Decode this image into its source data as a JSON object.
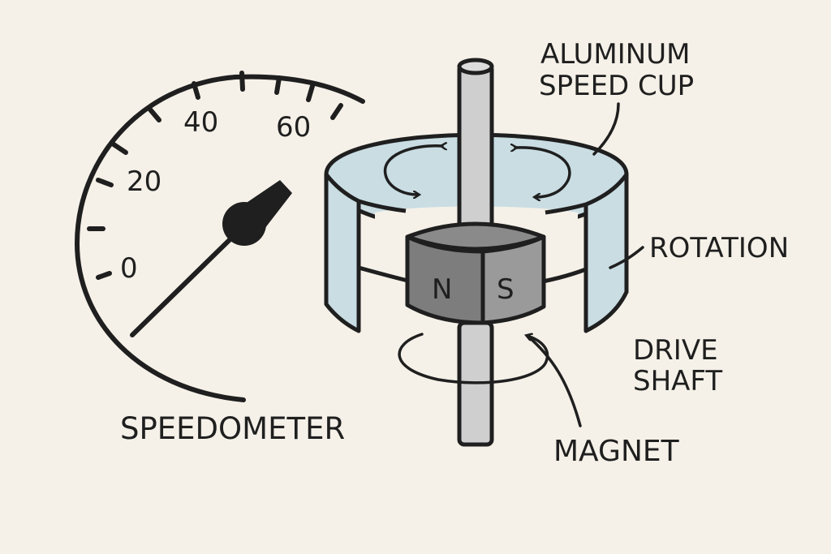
{
  "labels": {
    "speedometer": "SPEEDOMETER",
    "cup_line1": "ALUMINUM",
    "cup_line2": "SPEED CUP",
    "rotation": "ROTATION",
    "drive_line1": "DRIVE",
    "drive_line2": "SHAFT",
    "magnet": "MAGNET",
    "pole_n": "N",
    "pole_s": "S"
  },
  "gauge": {
    "ticks": [
      "0",
      "20",
      "40",
      "60"
    ]
  },
  "colors": {
    "background": "#f5f1e8",
    "ink": "#1f1f1f",
    "cup": "#c9dde3",
    "cup_inner": "#dfeaee",
    "magnet_n": "#7d7d7d",
    "magnet_s": "#9a9a9a",
    "shaft": "#cfcfcf"
  }
}
